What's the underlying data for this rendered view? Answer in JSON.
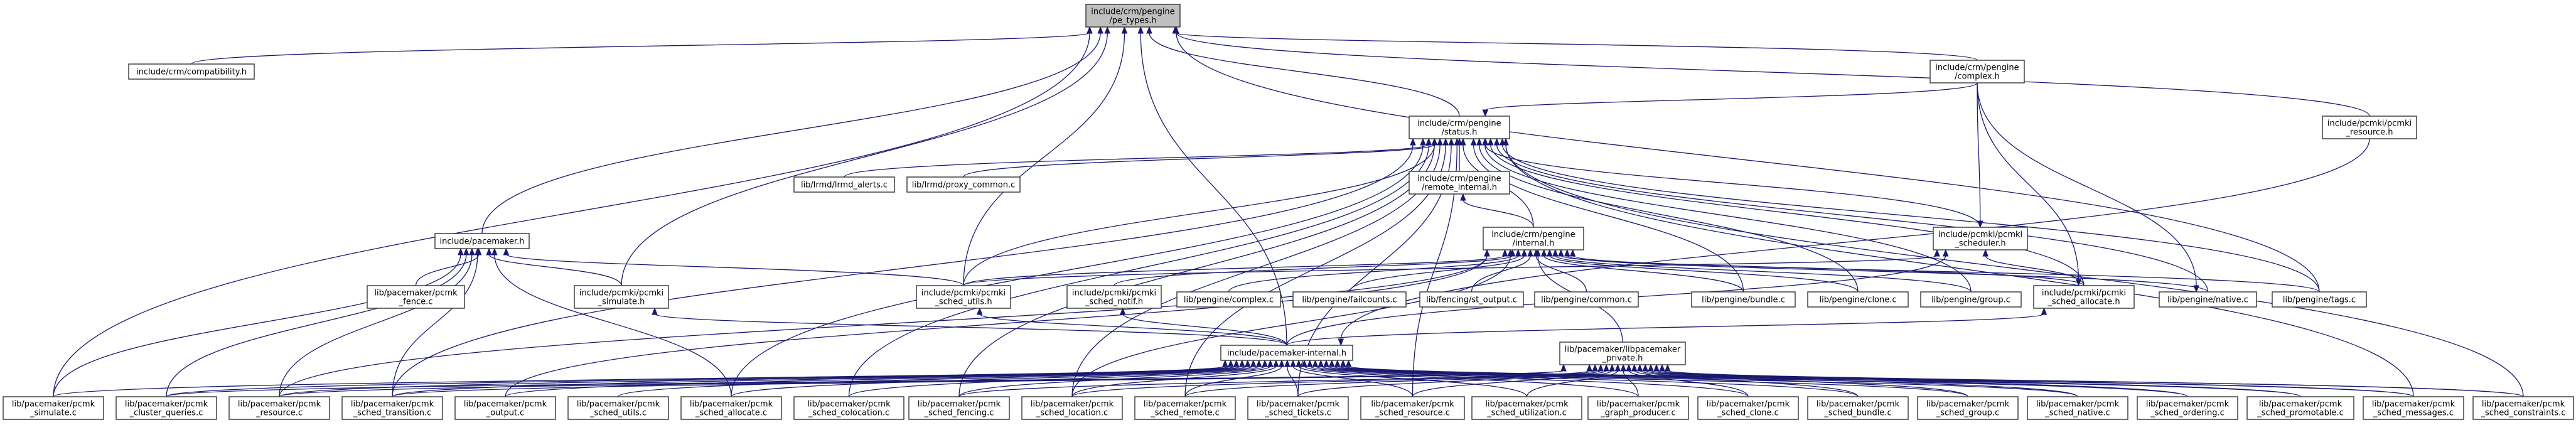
{
  "colors": {
    "edge": "#191970",
    "node_border": "#333333",
    "focus_fill": "#bfbfbf",
    "normal_fill": "#ffffff",
    "incomplete_border": "#ff0000"
  },
  "nodes": {
    "pe_types": {
      "lines": [
        "include/crm/pengine",
        "/pe_types.h"
      ],
      "focus": true
    },
    "compat": {
      "lines": [
        "include/crm/compatibility.h"
      ]
    },
    "complex": {
      "lines": [
        "include/crm/pengine",
        "/complex.h"
      ]
    },
    "pcmki_resource": {
      "lines": [
        "include/pcmki/pcmki",
        "_resource.h"
      ]
    },
    "status": {
      "lines": [
        "include/crm/pengine",
        "/status.h"
      ]
    },
    "frmd": {
      "lines": [
        "lib/lrmd/lrmd_alerts.c"
      ]
    },
    "proxy": {
      "lines": [
        "lib/lrmd/proxy_common.c"
      ]
    },
    "remote_int": {
      "lines": [
        "include/crm/pengine",
        "/remote_internal.h"
      ]
    },
    "pe_internal": {
      "lines": [
        "include/crm/pengine",
        "/internal.h"
      ],
      "incomplete": true
    },
    "pacemaker_h": {
      "lines": [
        "include/pacemaker.h"
      ]
    },
    "sched_fence": {
      "lines": [
        "lib/pacemaker/pcmk",
        "_fence.c"
      ]
    },
    "pcmki_sim": {
      "lines": [
        "include/pcmki/pcmki",
        "_simulate.h"
      ]
    },
    "pcmki_sched_utils": {
      "lines": [
        "include/pcmki/pcmki",
        "_sched_utils.h"
      ]
    },
    "pcmki_notif": {
      "lines": [
        "include/pcmki/pcmki",
        "_sched_notif.h"
      ]
    },
    "pe_complex": {
      "lines": [
        "lib/pengine/complex.c"
      ]
    },
    "pe_failcounts": {
      "lines": [
        "lib/pengine/failcounts.c"
      ]
    },
    "fencing_output": {
      "lines": [
        "lib/fencing/st_output.c"
      ]
    },
    "pe_common": {
      "lines": [
        "lib/pengine/common.c"
      ]
    },
    "pe_bundle": {
      "lines": [
        "lib/pengine/bundle.c"
      ]
    },
    "pe_clone": {
      "lines": [
        "lib/pengine/clone.c"
      ]
    },
    "pe_group": {
      "lines": [
        "lib/pengine/group.c"
      ]
    },
    "pcmki_scheduler": {
      "lines": [
        "include/pcmki/pcmki",
        "_scheduler.h"
      ]
    },
    "pcmki_alloc": {
      "lines": [
        "include/pcmki/pcmki",
        "_sched_allocate.h"
      ]
    },
    "pe_native": {
      "lines": [
        "lib/pengine/native.c"
      ]
    },
    "pe_tags": {
      "lines": [
        "lib/pengine/tags.c"
      ]
    },
    "pm_internal": {
      "lines": [
        "include/pacemaker-internal.h"
      ],
      "incomplete": true
    },
    "pm_private": {
      "lines": [
        "lib/pacemaker/libpacemaker",
        "_private.h"
      ]
    },
    "b_simulate": {
      "lines": [
        "lib/pacemaker/pcmk",
        "_simulate.c"
      ]
    },
    "b_cluster": {
      "lines": [
        "lib/pacemaker/pcmk",
        "_cluster_queries.c"
      ]
    },
    "b_resource": {
      "lines": [
        "lib/pacemaker/pcmk",
        "_resource.c"
      ]
    },
    "b_transition": {
      "lines": [
        "lib/pacemaker/pcmk",
        "_sched_transition.c"
      ]
    },
    "b_output": {
      "lines": [
        "lib/pacemaker/pcmk",
        "_output.c"
      ]
    },
    "b_sutils": {
      "lines": [
        "lib/pacemaker/pcmk",
        "_sched_utils.c"
      ]
    },
    "b_salloc": {
      "lines": [
        "lib/pacemaker/pcmk",
        "_sched_allocate.c"
      ]
    },
    "b_coloc": {
      "lines": [
        "lib/pacemaker/pcmk",
        "_sched_colocation.c"
      ]
    },
    "b_fencing": {
      "lines": [
        "lib/pacemaker/pcmk",
        "_sched_fencing.c"
      ]
    },
    "b_location": {
      "lines": [
        "lib/pacemaker/pcmk",
        "_sched_location.c"
      ]
    },
    "b_remote": {
      "lines": [
        "lib/pacemaker/pcmk",
        "_sched_remote.c"
      ]
    },
    "b_tickets": {
      "lines": [
        "lib/pacemaker/pcmk",
        "_sched_tickets.c"
      ]
    },
    "b_sresource": {
      "lines": [
        "lib/pacemaker/pcmk",
        "_sched_resource.c"
      ]
    },
    "b_util": {
      "lines": [
        "lib/pacemaker/pcmk",
        "_sched_utilization.c"
      ]
    },
    "b_graph": {
      "lines": [
        "lib/pacemaker/pcmk",
        "_graph_producer.c"
      ]
    },
    "b_sclone": {
      "lines": [
        "lib/pacemaker/pcmk",
        "_sched_clone.c"
      ]
    },
    "b_sbundle": {
      "lines": [
        "lib/pacemaker/pcmk",
        "_sched_bundle.c"
      ]
    },
    "b_sgroup": {
      "lines": [
        "lib/pacemaker/pcmk",
        "_sched_group.c"
      ]
    },
    "b_snative": {
      "lines": [
        "lib/pacemaker/pcmk",
        "_sched_native.c"
      ]
    },
    "b_sorder": {
      "lines": [
        "lib/pacemaker/pcmk",
        "_sched_ordering.c"
      ]
    },
    "b_spromo": {
      "lines": [
        "lib/pacemaker/pcmk",
        "_sched_promotable.c"
      ]
    },
    "b_smsg": {
      "lines": [
        "lib/pacemaker/pcmk",
        "_sched_messages.c"
      ]
    },
    "b_scons": {
      "lines": [
        "lib/pacemaker/pcmk",
        "_sched_constraints.c"
      ]
    }
  },
  "edges": [
    [
      "compat",
      "pe_types"
    ],
    [
      "complex",
      "pe_types"
    ],
    [
      "pcmki_resource",
      "pe_types"
    ],
    [
      "status",
      "pe_types"
    ],
    [
      "pacemaker_h",
      "pe_types"
    ],
    [
      "pcmki_sim",
      "pe_types"
    ],
    [
      "pcmki_sched_utils",
      "pe_types"
    ],
    [
      "pe_tags",
      "pe_types"
    ],
    [
      "pm_internal",
      "pe_types"
    ],
    [
      "b_simulate",
      "pe_types"
    ],
    [
      "complex",
      "status"
    ],
    [
      "complex",
      "pcmki_scheduler"
    ],
    [
      "complex",
      "pcmki_alloc"
    ],
    [
      "complex",
      "pe_native"
    ],
    [
      "pcmki_resource",
      "pm_internal"
    ],
    [
      "frmd",
      "status"
    ],
    [
      "proxy",
      "status"
    ],
    [
      "remote_int",
      "status"
    ],
    [
      "pe_internal",
      "status"
    ],
    [
      "pcmki_scheduler",
      "status"
    ],
    [
      "pcmki_alloc",
      "status"
    ],
    [
      "pcmki_sched_utils",
      "status"
    ],
    [
      "pe_bundle",
      "status"
    ],
    [
      "pe_clone",
      "status"
    ],
    [
      "pe_group",
      "status"
    ],
    [
      "pe_native",
      "status"
    ],
    [
      "pe_tags",
      "status"
    ],
    [
      "b_transition",
      "status"
    ],
    [
      "b_salloc",
      "status"
    ],
    [
      "b_coloc",
      "status"
    ],
    [
      "b_fencing",
      "status"
    ],
    [
      "b_location",
      "status"
    ],
    [
      "b_remote",
      "status"
    ],
    [
      "b_tickets",
      "status"
    ],
    [
      "b_smsg",
      "status"
    ],
    [
      "b_scons",
      "status"
    ],
    [
      "b_sresource",
      "status"
    ],
    [
      "pe_internal",
      "remote_int"
    ],
    [
      "pcmki_notif",
      "pe_internal"
    ],
    [
      "pe_complex",
      "pe_internal"
    ],
    [
      "pe_failcounts",
      "pe_internal"
    ],
    [
      "fencing_output",
      "pe_internal"
    ],
    [
      "pe_common",
      "pe_internal"
    ],
    [
      "pe_bundle",
      "pe_internal"
    ],
    [
      "pe_clone",
      "pe_internal"
    ],
    [
      "pe_group",
      "pe_internal"
    ],
    [
      "pcmki_alloc",
      "pe_internal"
    ],
    [
      "pe_native",
      "pe_internal"
    ],
    [
      "pe_tags",
      "pe_internal"
    ],
    [
      "pcmki_sched_utils",
      "pe_internal"
    ],
    [
      "b_resource",
      "pe_internal"
    ],
    [
      "b_location",
      "pe_internal"
    ],
    [
      "b_output",
      "pe_internal"
    ],
    [
      "pm_private",
      "pe_internal"
    ],
    [
      "sched_fence",
      "pacemaker_h"
    ],
    [
      "pcmki_sim",
      "pacemaker_h"
    ],
    [
      "pcmki_sched_utils",
      "pacemaker_h"
    ],
    [
      "b_simulate",
      "pacemaker_h"
    ],
    [
      "b_cluster",
      "pacemaker_h"
    ],
    [
      "b_resource",
      "pacemaker_h"
    ],
    [
      "b_transition",
      "pacemaker_h"
    ],
    [
      "b_salloc",
      "pacemaker_h"
    ],
    [
      "pm_internal",
      "pcmki_sim"
    ],
    [
      "pm_internal",
      "pcmki_sched_utils"
    ],
    [
      "pm_internal",
      "pcmki_notif"
    ],
    [
      "pm_internal",
      "pcmki_scheduler"
    ],
    [
      "pm_internal",
      "pcmki_alloc"
    ],
    [
      "pcmki_sched_utils",
      "pcmki_scheduler"
    ],
    [
      "pcmki_alloc",
      "pcmki_scheduler"
    ],
    [
      "b_simulate",
      "pm_internal"
    ],
    [
      "b_cluster",
      "pm_internal"
    ],
    [
      "b_resource",
      "pm_internal"
    ],
    [
      "b_transition",
      "pm_internal"
    ],
    [
      "b_output",
      "pm_internal"
    ],
    [
      "b_sutils",
      "pm_internal"
    ],
    [
      "b_salloc",
      "pm_internal"
    ],
    [
      "b_coloc",
      "pm_internal"
    ],
    [
      "b_fencing",
      "pm_internal"
    ],
    [
      "b_location",
      "pm_internal"
    ],
    [
      "b_remote",
      "pm_internal"
    ],
    [
      "b_tickets",
      "pm_internal"
    ],
    [
      "b_sresource",
      "pm_internal"
    ],
    [
      "b_util",
      "pm_internal"
    ],
    [
      "b_graph",
      "pm_internal"
    ],
    [
      "b_sclone",
      "pm_internal"
    ],
    [
      "b_sbundle",
      "pm_internal"
    ],
    [
      "b_sgroup",
      "pm_internal"
    ],
    [
      "b_snative",
      "pm_internal"
    ],
    [
      "b_sorder",
      "pm_internal"
    ],
    [
      "b_spromo",
      "pm_internal"
    ],
    [
      "b_smsg",
      "pm_internal"
    ],
    [
      "b_scons",
      "pm_internal"
    ],
    [
      "b_cluster",
      "pm_private"
    ],
    [
      "b_resource",
      "pm_private"
    ],
    [
      "b_transition",
      "pm_private"
    ],
    [
      "b_fencing",
      "pm_private"
    ],
    [
      "b_location",
      "pm_private"
    ],
    [
      "b_remote",
      "pm_private"
    ],
    [
      "b_tickets",
      "pm_private"
    ],
    [
      "b_sresource",
      "pm_private"
    ],
    [
      "b_util",
      "pm_private"
    ],
    [
      "b_graph",
      "pm_private"
    ],
    [
      "b_sclone",
      "pm_private"
    ],
    [
      "b_sbundle",
      "pm_private"
    ],
    [
      "b_sgroup",
      "pm_private"
    ],
    [
      "b_snative",
      "pm_private"
    ],
    [
      "b_sorder",
      "pm_private"
    ],
    [
      "b_spromo",
      "pm_private"
    ],
    [
      "b_smsg",
      "pm_private"
    ],
    [
      "b_scons",
      "pm_private"
    ]
  ]
}
